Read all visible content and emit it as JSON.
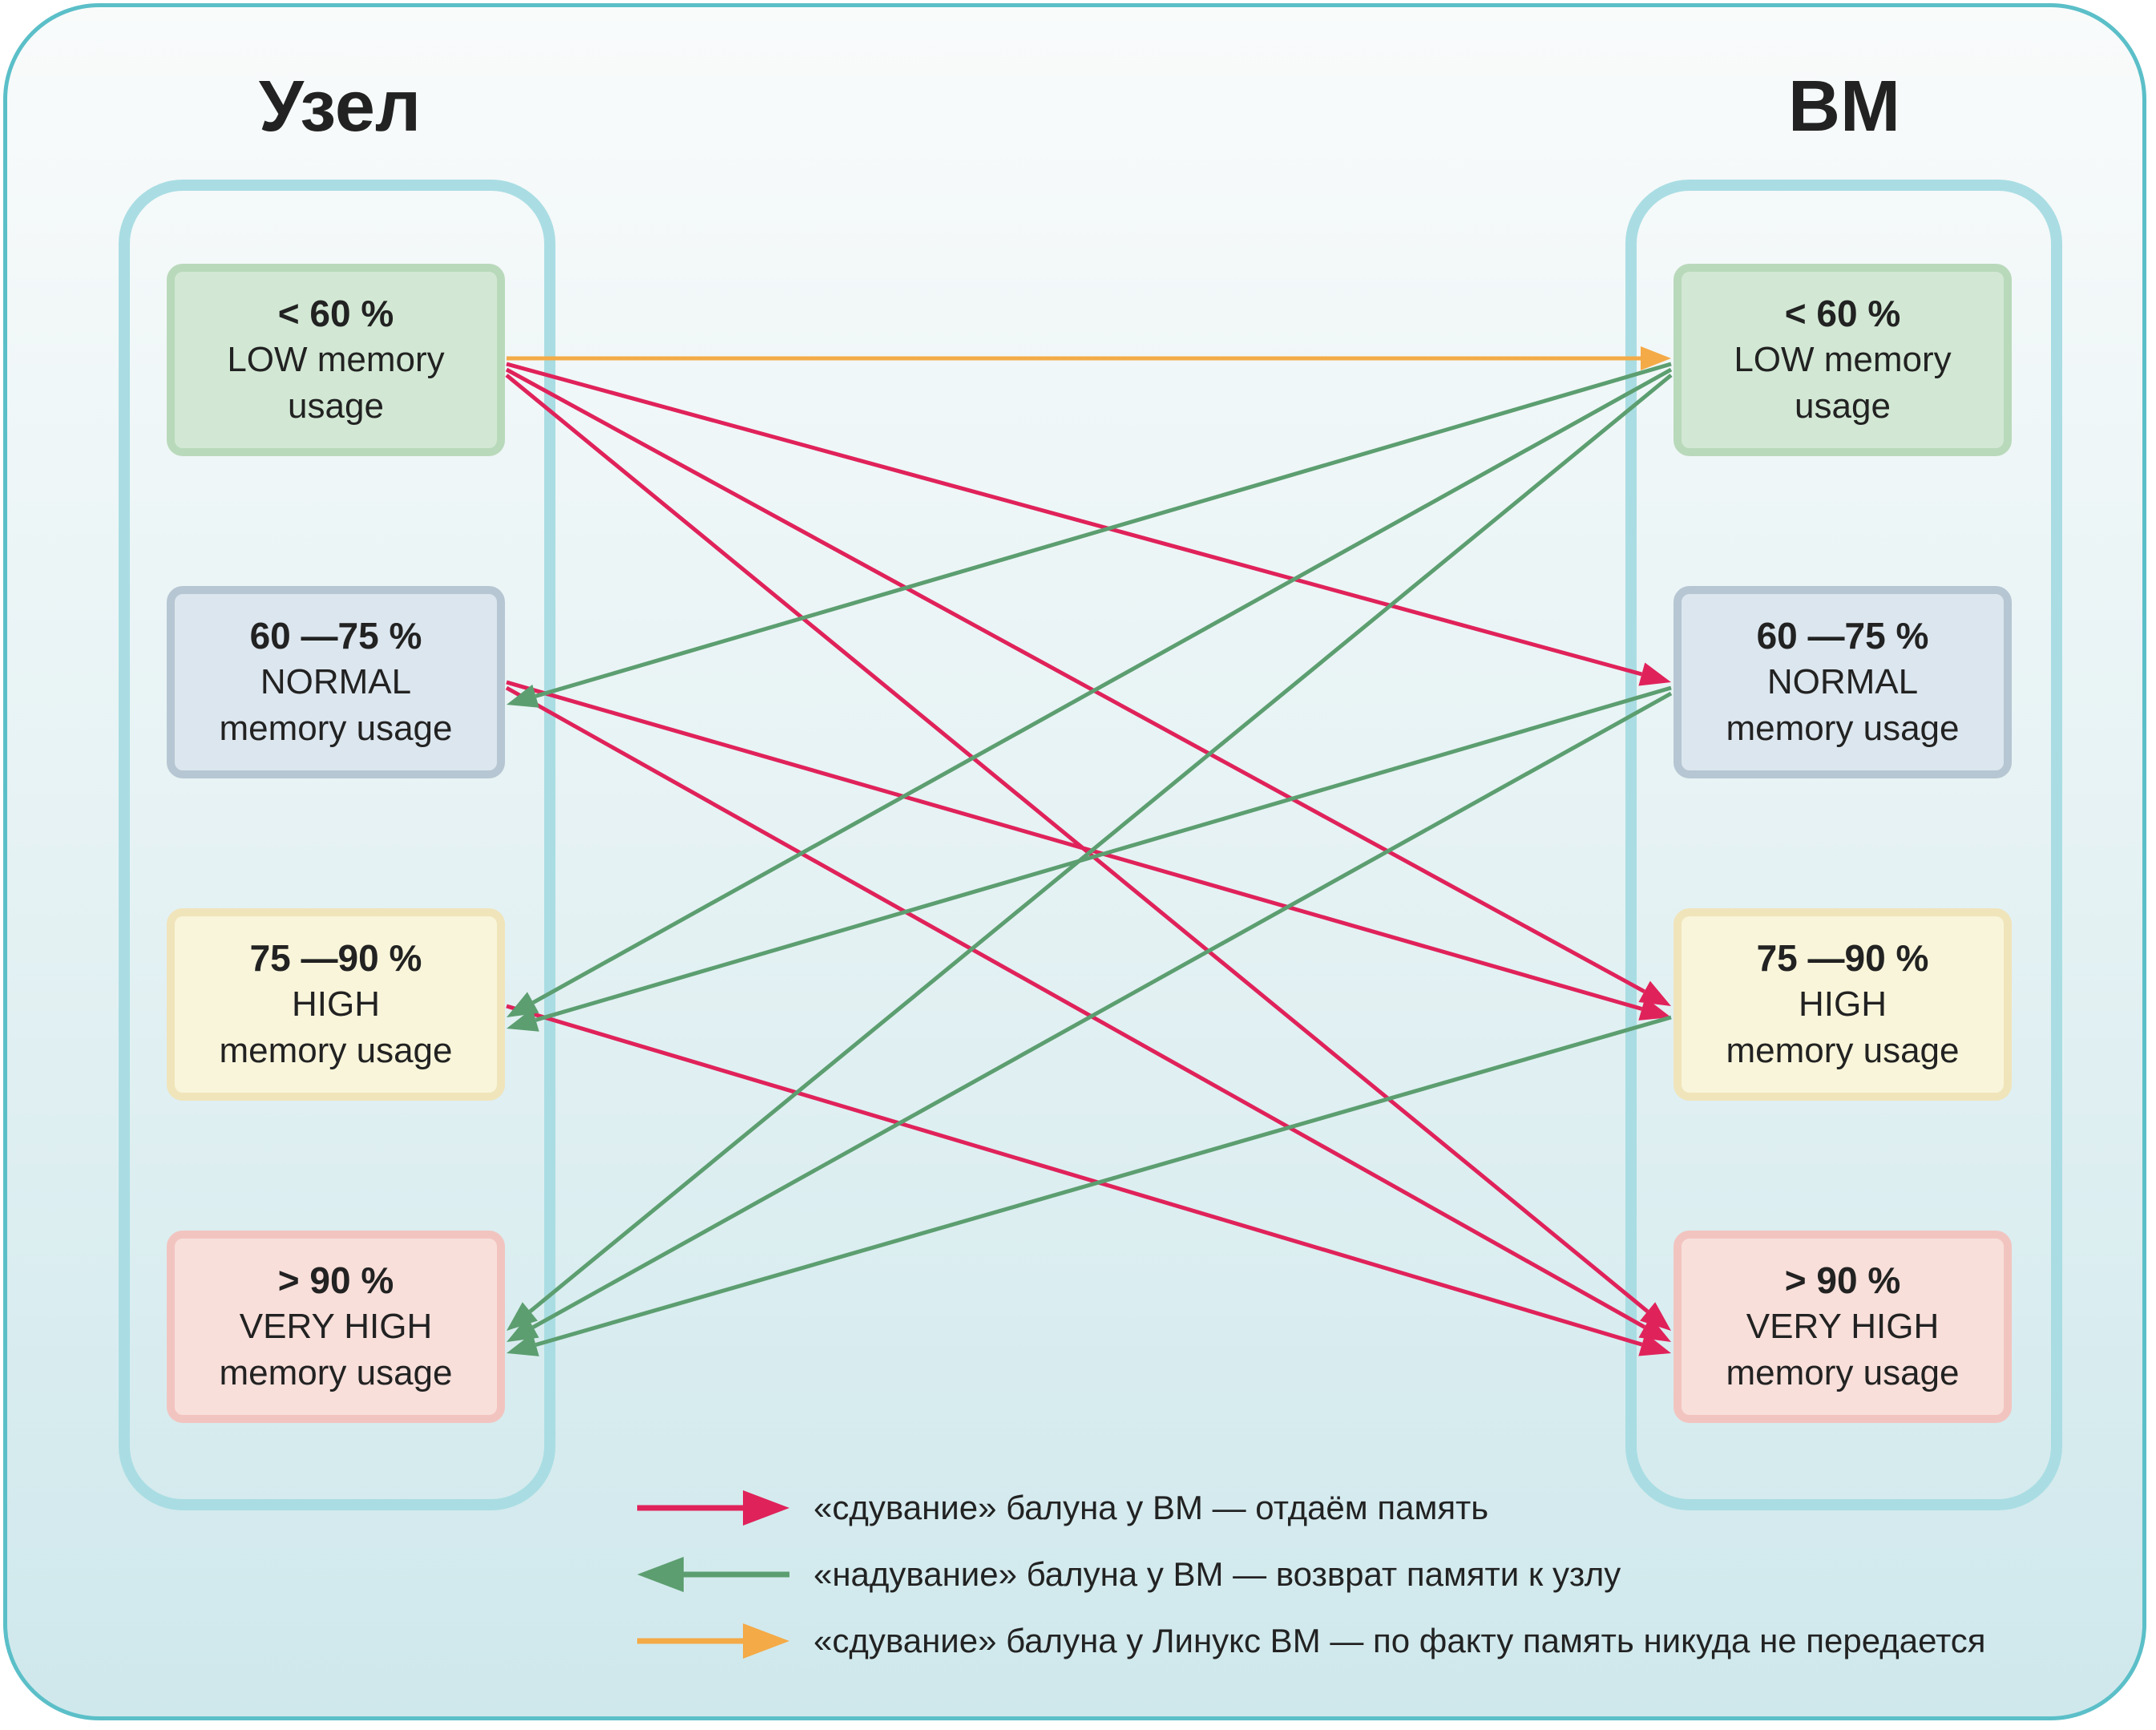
{
  "diagram": {
    "left_title": "Узел",
    "right_title": "ВМ",
    "states": [
      {
        "id": "low",
        "title": "< 60 %",
        "line1": "LOW memory",
        "line2": "usage"
      },
      {
        "id": "normal",
        "title": "60 —75 %",
        "line1": "NORMAL",
        "line2": "memory usage"
      },
      {
        "id": "high",
        "title": "75 —90 %",
        "line1": "HIGH",
        "line2": "memory usage"
      },
      {
        "id": "very_high",
        "title": "> 90 %",
        "line1": "VERY HIGH",
        "line2": "memory usage"
      }
    ]
  },
  "edges": [
    {
      "type": "orange",
      "from": "node.low",
      "to": "vm.low"
    },
    {
      "type": "red",
      "from": "node.low",
      "to": "vm.normal"
    },
    {
      "type": "red",
      "from": "node.low",
      "to": "vm.high"
    },
    {
      "type": "red",
      "from": "node.low",
      "to": "vm.very_high"
    },
    {
      "type": "red",
      "from": "node.normal",
      "to": "vm.high"
    },
    {
      "type": "red",
      "from": "node.normal",
      "to": "vm.very_high"
    },
    {
      "type": "red",
      "from": "node.high",
      "to": "vm.very_high"
    },
    {
      "type": "green",
      "from": "vm.low",
      "to": "node.normal"
    },
    {
      "type": "green",
      "from": "vm.low",
      "to": "node.high"
    },
    {
      "type": "green",
      "from": "vm.low",
      "to": "node.very_high"
    },
    {
      "type": "green",
      "from": "vm.normal",
      "to": "node.high"
    },
    {
      "type": "green",
      "from": "vm.normal",
      "to": "node.very_high"
    },
    {
      "type": "green",
      "from": "vm.high",
      "to": "node.very_high"
    }
  ],
  "legend": [
    {
      "type": "red",
      "text": "«сдувание» балуна у ВМ — отдаём память"
    },
    {
      "type": "green",
      "text": "«надувание» балуна у ВМ — возврат памяти к узлу"
    },
    {
      "type": "orange",
      "text": "«сдувание» балуна у Линукс ВМ — по факту  память никуда не передается"
    }
  ],
  "colors": {
    "red": "#e0225a",
    "green": "#5c9e70",
    "orange": "#f4aa47",
    "frame": "#5bbfc8",
    "column_frame": "#a9dde3"
  }
}
